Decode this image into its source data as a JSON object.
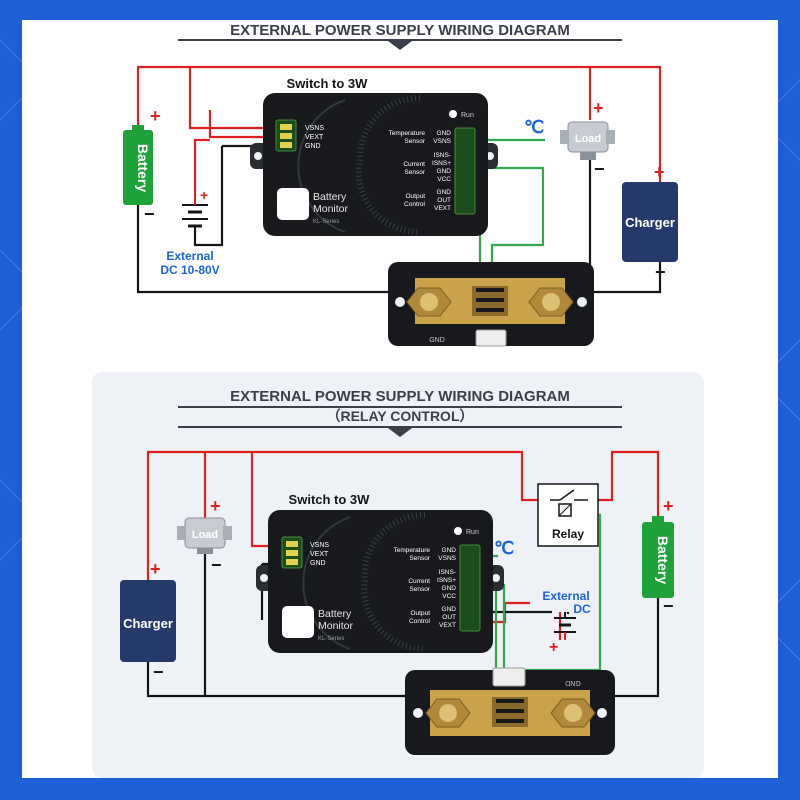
{
  "colors": {
    "frame_blue": "#1d5fd6",
    "red_wire": "#e02020",
    "black_wire": "#151515",
    "green_wire": "#2fa84f",
    "battery_green": "#1fa23a",
    "charger_navy": "#243a6b",
    "device_body": "#17191c",
    "accent_blue": "#1e63d8",
    "brass": "#c9a24a"
  },
  "panel_top": {
    "title": "EXTERNAL POWER SUPPLY WIRING DIAGRAM",
    "switch_label": "Switch to 3W",
    "run_label": "Run",
    "device_name_line1": "Battery",
    "device_name_line2": "Monitor",
    "device_series": "KL-Series",
    "left_terms": [
      "VSNS",
      "VEXT",
      "GND"
    ],
    "temp_label": [
      "Temperature",
      "Sensor"
    ],
    "temp_terms": [
      "GND",
      "VSNS"
    ],
    "current_label": [
      "Current",
      "Sensor"
    ],
    "current_terms": [
      "ISNS-",
      "ISNS+",
      "GND",
      "VCC"
    ],
    "output_label": [
      "Output",
      "Control"
    ],
    "output_terms": [
      "GND",
      "OUT",
      "VEXT"
    ],
    "battery_label": "Battery",
    "load_label": "Load",
    "charger_label": "Charger",
    "temp_symbol": "℃",
    "external_label_line1": "External",
    "external_label_line2": "DC 10-80V",
    "gnd_label": "GND",
    "plus": "+",
    "minus": "−"
  },
  "panel_bottom": {
    "title": "EXTERNAL POWER SUPPLY WIRING DIAGRAM",
    "subtitle": "（RELAY CONTROL）",
    "switch_label": "Switch to 3W",
    "run_label": "Run",
    "device_name_line1": "Battery",
    "device_name_line2": "Monitor",
    "device_series": "KL-Series",
    "left_terms": [
      "VSNS",
      "VEXT",
      "GND"
    ],
    "temp_label": [
      "Temperature",
      "Sensor"
    ],
    "temp_terms": [
      "GND",
      "VSNS"
    ],
    "current_label": [
      "Current",
      "Sensor"
    ],
    "current_terms": [
      "ISNS-",
      "ISNS+",
      "GND",
      "VCC"
    ],
    "output_label": [
      "Output",
      "Control"
    ],
    "output_terms": [
      "GND",
      "OUT",
      "VEXT"
    ],
    "battery_label": "Battery",
    "load_label": "Load",
    "charger_label": "Charger",
    "relay_label": "Relay",
    "temp_symbol": "℃",
    "external_label_line1": "External",
    "external_label_line2": "DC",
    "gnd_label": "GND",
    "plus": "+",
    "minus": "−"
  }
}
